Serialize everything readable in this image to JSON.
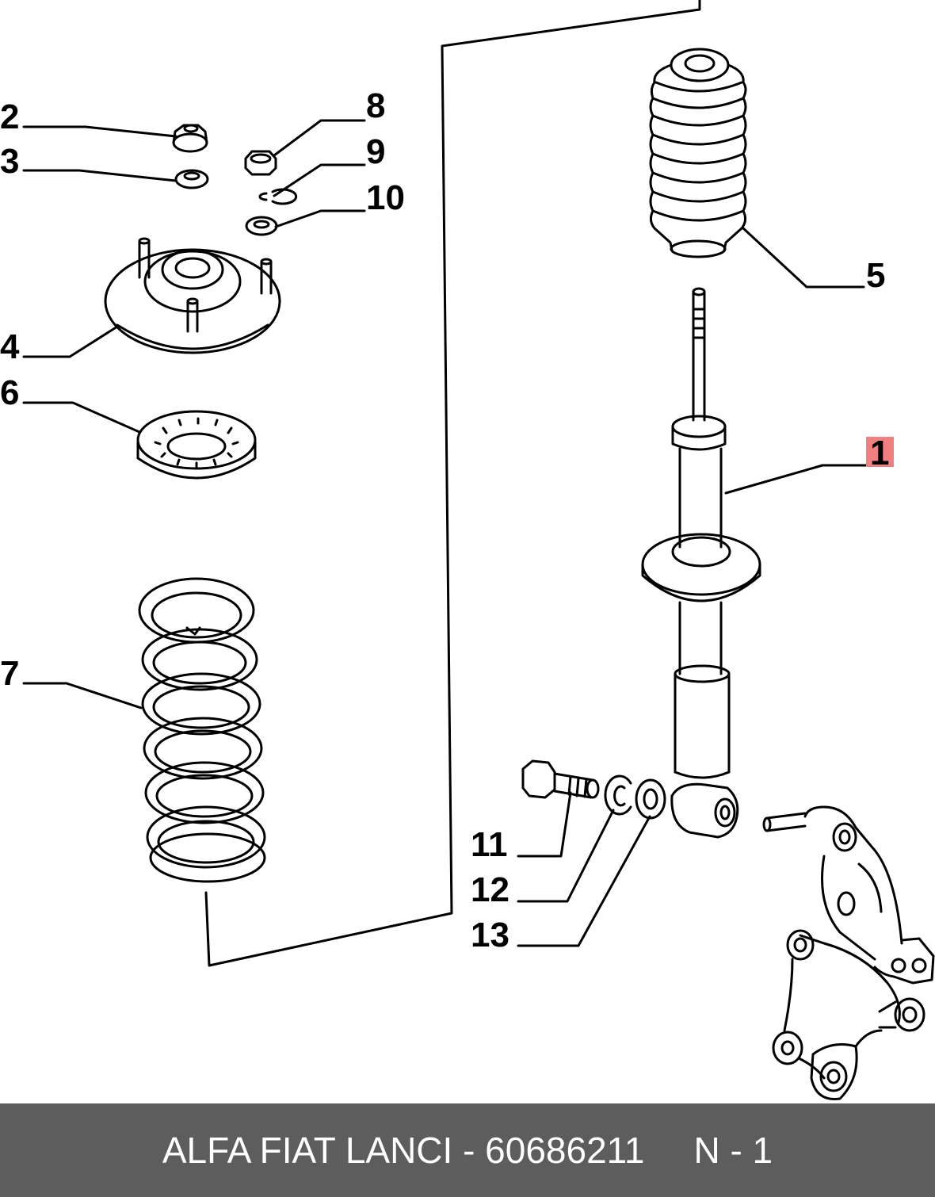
{
  "callouts": {
    "c1": "1",
    "c2": "2",
    "c3": "3",
    "c4": "4",
    "c5": "5",
    "c6": "6",
    "c7": "7",
    "c8": "8",
    "c9": "9",
    "c10": "10",
    "c11": "11",
    "c12": "12",
    "c13": "13"
  },
  "highlight_color": "#f08080",
  "footer": {
    "part_label": "ALFA FIAT LANCI - 60686211",
    "sheet_label": "N - 1"
  }
}
